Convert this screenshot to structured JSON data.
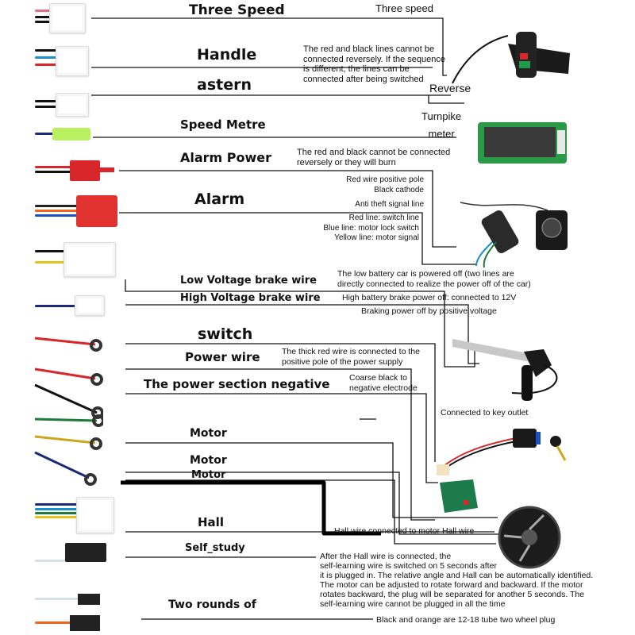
{
  "labels": {
    "three_speed": "Three Speed",
    "handle": "Handle",
    "astern": "astern",
    "speed_metre": "Speed Metre",
    "alarm_power": "Alarm Power",
    "alarm": "Alarm",
    "low_voltage_brake": "Low Voltage brake wire",
    "high_voltage_brake": "High Voltage brake wire",
    "switch": "switch",
    "power_wire": "Power wire",
    "power_negative": "The power section negative",
    "motor_1": "Motor",
    "motor_2": "Motor",
    "motor_3": "Motor",
    "hall": "Hall",
    "self_study": "Self_study",
    "two_rounds": "Two rounds of"
  },
  "notes": {
    "three_speed": "Three speed",
    "handle": "The red and black lines cannot be\nconnected reversely. If the sequence\nis different, the lines can be\nconnected after being switched",
    "reverse": "Reverse",
    "turnpike_meter": "Turnpike\nmeter",
    "alarm_power": "The red and black cannot be connected\nreversely or they will burn",
    "red_wire": "Red wire positive pole\nBlack cathode",
    "anti_theft": "Anti theft signal line",
    "alarm_lines": "Red line: switch line\nBlue line: motor lock switch\nYellow line: motor signal",
    "low_battery": "The low battery car is powered off (two lines are\ndirectly connected to realize the power off of the car)",
    "high_battery": "High battery brake power off: connected to 12V",
    "braking_power": "Braking power off by positive voltage",
    "thick_red": "The thick red wire is connected to the\npositive pole of the power supply",
    "coarse_black": "Coarse black to\nnegative electrode",
    "key_outlet": "Connected to key outlet",
    "hall_wire": "Hall wire connected to motor Hall wire",
    "self_learning": "After the Hall wire is connected, the\nself-learning wire is switched on 5 seconds after\nit is plugged in. The relative angle and Hall can be automatically identified.\nThe motor can be adjusted to rotate forward and backward. If the motor\nrotates backward, the plug will be separated for another 5 seconds. The\nself-learning wire cannot be plugged in all the time",
    "two_wheel_plug": "Black and orange are 12-18 tube two wheel plug"
  },
  "components": [
    {
      "name": "throttle-handle",
      "description": "twist throttle with red and green buttons"
    },
    {
      "name": "lcd-meter",
      "description": "green LCD speed meter board"
    },
    {
      "name": "alarm-unit",
      "description": "anti-theft alarm with speaker and remote"
    },
    {
      "name": "brake-lever",
      "description": "silver brake lever"
    },
    {
      "name": "key-switch",
      "description": "ignition key lock"
    },
    {
      "name": "battery",
      "description": "green battery"
    },
    {
      "name": "hub-motor",
      "description": "black hub motor"
    }
  ],
  "colors": {
    "red": "#d9262b",
    "black": "#111111",
    "blue": "#1b8fc9",
    "navy": "#1d2a7a",
    "yellow": "#e4c31a",
    "green": "#1d7a3a",
    "orange": "#f0641e",
    "connector_green": "#b8f060"
  }
}
